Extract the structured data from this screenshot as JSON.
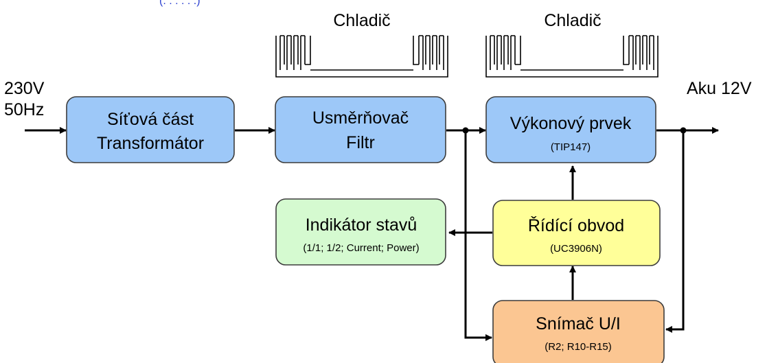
{
  "top_fragment": "(. . . . . .)",
  "colors": {
    "blue_box": "#9dc8f8",
    "green_box": "#d5fad0",
    "yellow_box": "#ffff99",
    "orange_box": "#fbc692",
    "line": "#000000"
  },
  "inputs": {
    "voltage": "230V",
    "frequency": "50Hz"
  },
  "output": {
    "label": "Aku 12V"
  },
  "heatsinks": [
    {
      "label": "Chladič"
    },
    {
      "label": "Chladič"
    }
  ],
  "blocks": {
    "sitova": {
      "line1": "Síťová část",
      "line2": "Transformátor"
    },
    "usmernovac": {
      "line1": "Usměrňovač",
      "line2": "Filtr"
    },
    "vykonovy": {
      "line1": "Výkonový prvek",
      "sub": "(TIP147)"
    },
    "ridici": {
      "line1": "Řídící obvod",
      "sub": "(UC3906N)"
    },
    "indikator": {
      "line1": "Indikátor stavů",
      "sub": "(1/1; 1/2; Current; Power)"
    },
    "snimac": {
      "line1": "Snímač U/I",
      "sub": "(R2; R10-R15)"
    }
  }
}
